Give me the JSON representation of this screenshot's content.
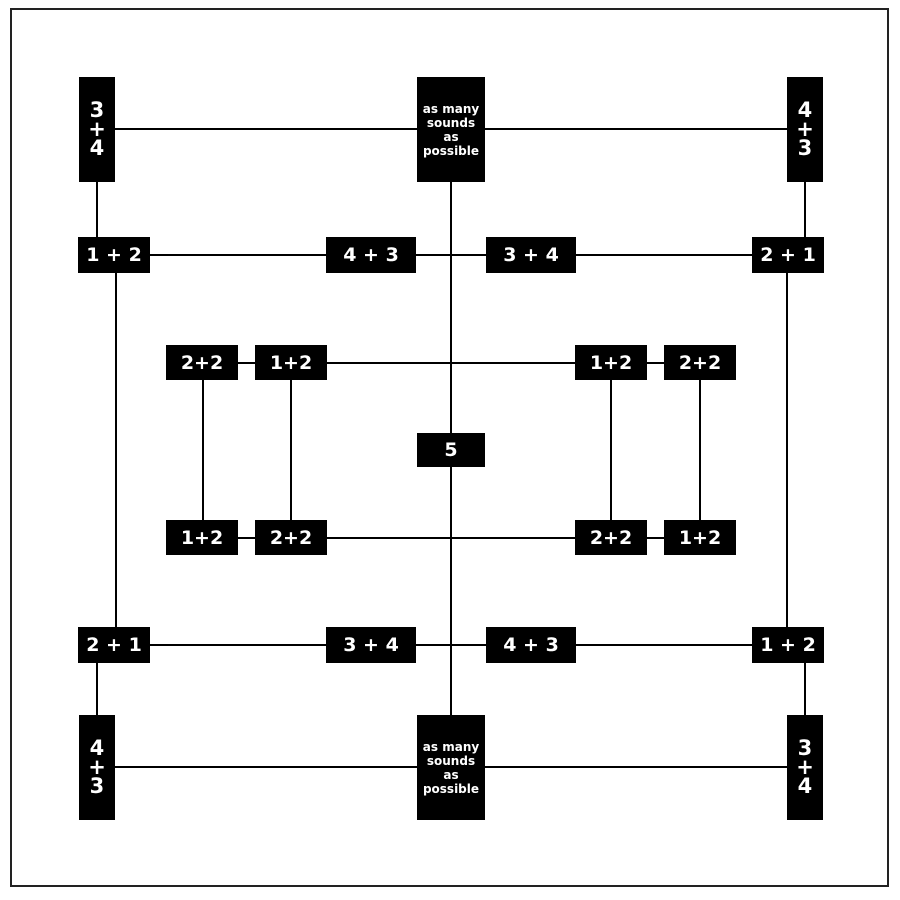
{
  "colors": {
    "node_fill": "#000000",
    "node_text": "#ffffff",
    "line": "#000000",
    "frame": "#222222"
  },
  "nodes": {
    "tl_vertical": "3\n+\n4",
    "top_center": "as many\nsounds\nas\npossible",
    "tr_vertical": "4\n+\n3",
    "row1_left": "1 + 2",
    "row1_mid_left": "4 + 3",
    "row1_mid_right": "3 + 4",
    "row1_right": "2 + 1",
    "inner_tl_outer": "2+2",
    "inner_tl_inner": "1+2",
    "inner_tr_inner": "1+2",
    "inner_tr_outer": "2+2",
    "center": "5",
    "inner_bl_outer": "1+2",
    "inner_bl_inner": "2+2",
    "inner_br_inner": "2+2",
    "inner_br_outer": "1+2",
    "row4_left": "2 + 1",
    "row4_mid_left": "3 + 4",
    "row4_mid_right": "4 + 3",
    "row4_right": "1 + 2",
    "bl_vertical": "4\n+\n3",
    "bottom_center": "as many\nsounds\nas\npossible",
    "br_vertical": "3\n+\n4"
  }
}
